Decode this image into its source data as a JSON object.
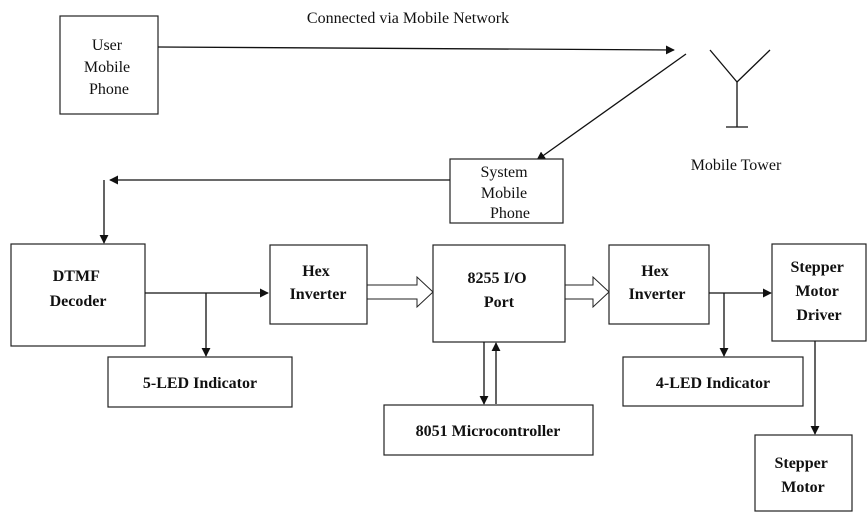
{
  "caption": "Connected via Mobile Network",
  "tower_label": "Mobile Tower",
  "blocks": {
    "user_phone": [
      "User",
      "Mobile",
      "Phone"
    ],
    "system_phone": [
      "System",
      "Mobile",
      "Phone"
    ],
    "dtmf_decoder": [
      "DTMF",
      "Decoder"
    ],
    "hex_inverter_1": [
      "Hex",
      "Inverter"
    ],
    "io_port": [
      "8255 I/O",
      "Port"
    ],
    "hex_inverter_2": [
      "Hex",
      "Inverter"
    ],
    "stepper_driver": [
      "Stepper",
      "Motor",
      "Driver"
    ],
    "led5": [
      "5-LED Indicator"
    ],
    "mcu": [
      "8051 Microcontroller"
    ],
    "led4": [
      "4-LED Indicator"
    ],
    "stepper_motor": [
      "Stepper",
      "Motor"
    ]
  }
}
